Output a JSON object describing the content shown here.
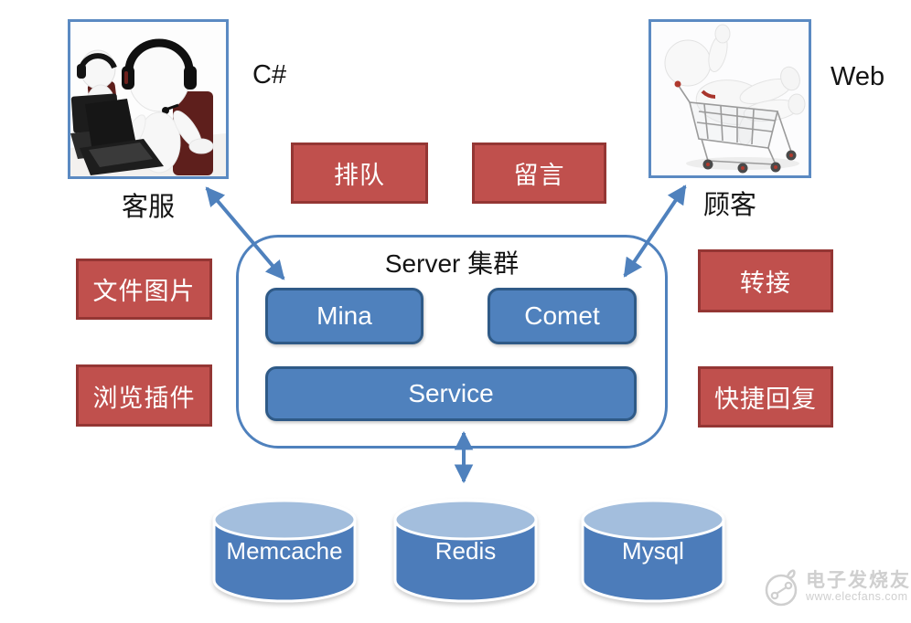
{
  "actors": {
    "agent": {
      "label": "客服",
      "tech": "C#"
    },
    "customer": {
      "label": "顾客",
      "tech": "Web"
    }
  },
  "features": {
    "queue": "排队",
    "message": "留言",
    "file_image": "文件图片",
    "browser_plugin": "浏览插件",
    "transfer": "转接",
    "quick_reply": "快捷回复"
  },
  "server_cluster": {
    "title": "Server 集群",
    "components": [
      "Mina",
      "Comet",
      "Service"
    ]
  },
  "databases": [
    "Memcache",
    "Redis",
    "Mysql"
  ],
  "watermark": {
    "brand": "电子发烧友",
    "url": "www.elecfans.com"
  },
  "colors": {
    "red_fill": "#c0504d",
    "red_border": "#943634",
    "blue_fill": "#4f81bd",
    "blue_border": "#2f5a87",
    "cluster_border": "#4f81bd",
    "arrow": "#4f81bd",
    "cylinder_top": "#a3bedd",
    "cylinder_body": "#4c7cba",
    "watermark_gray": "#cfcfcf"
  }
}
